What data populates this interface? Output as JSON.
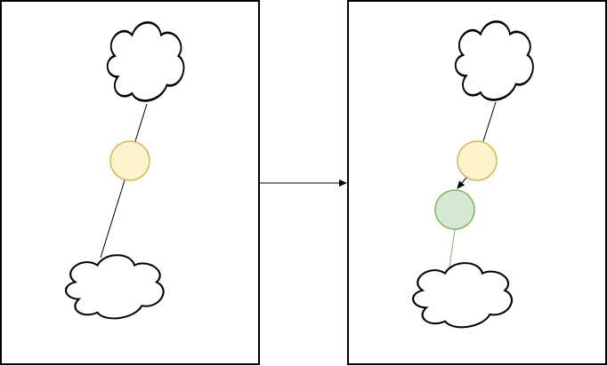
{
  "diagram": {
    "colors": {
      "stroke": "#000000",
      "background": "#ffffff",
      "node_original_fill": "#fff2cc",
      "node_original_stroke": "#d6b656",
      "node_new_fill": "#d5e8d4",
      "node_new_stroke": "#82b366",
      "edge_new": "#82b366"
    },
    "panels": [
      {
        "id": "before",
        "elements": [
          "cloud-top",
          "edge-top",
          "node-original",
          "edge-bottom",
          "cloud-bottom"
        ]
      },
      {
        "id": "after",
        "elements": [
          "cloud-top",
          "edge-top",
          "node-original",
          "arrow-to-new-node",
          "node-new",
          "edge-new",
          "cloud-bottom"
        ]
      }
    ],
    "transition": {
      "from": "before",
      "to": "after",
      "icon": "arrow-right-icon"
    }
  }
}
